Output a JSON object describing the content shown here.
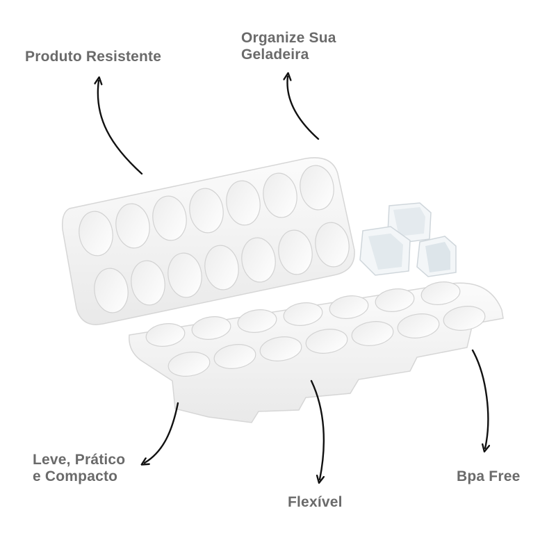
{
  "labels": {
    "produto_resistente": "Produto Resistente",
    "organize_line1": "Organize Sua",
    "organize_line2": "Geladeira",
    "leve_line1": "Leve, Prático",
    "leve_line2": "e Compacto",
    "flexivel": "Flexível",
    "bpa_free": "Bpa Free"
  },
  "colors": {
    "label_text": "#6a6a6a",
    "arrow": "#111111",
    "tray": "#f4f4f4",
    "tray_shadow": "#d9d9d9"
  },
  "icons": {
    "arrow": "hand-drawn-curved-arrow"
  }
}
